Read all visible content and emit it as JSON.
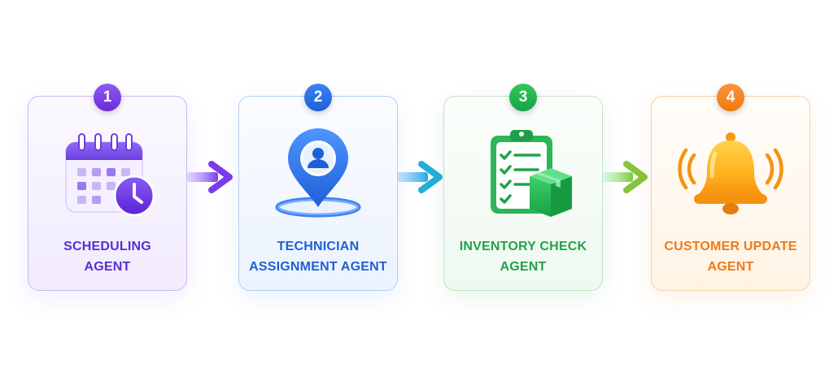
{
  "steps": [
    {
      "number": "1",
      "line1": "SCHEDULING",
      "line2": "AGENT",
      "icon": "calendar-clock-icon",
      "color": "#6d28d9"
    },
    {
      "number": "2",
      "line1": "TECHNICIAN",
      "line2": "ASSIGNMENT AGENT",
      "icon": "location-pin-person-icon",
      "color": "#2563eb"
    },
    {
      "number": "3",
      "line1": "INVENTORY CHECK",
      "line2": "AGENT",
      "icon": "clipboard-box-icon",
      "color": "#22a24a"
    },
    {
      "number": "4",
      "line1": "CUSTOMER UPDATE",
      "line2": "AGENT",
      "icon": "bell-icon",
      "color": "#f07a10"
    }
  ]
}
